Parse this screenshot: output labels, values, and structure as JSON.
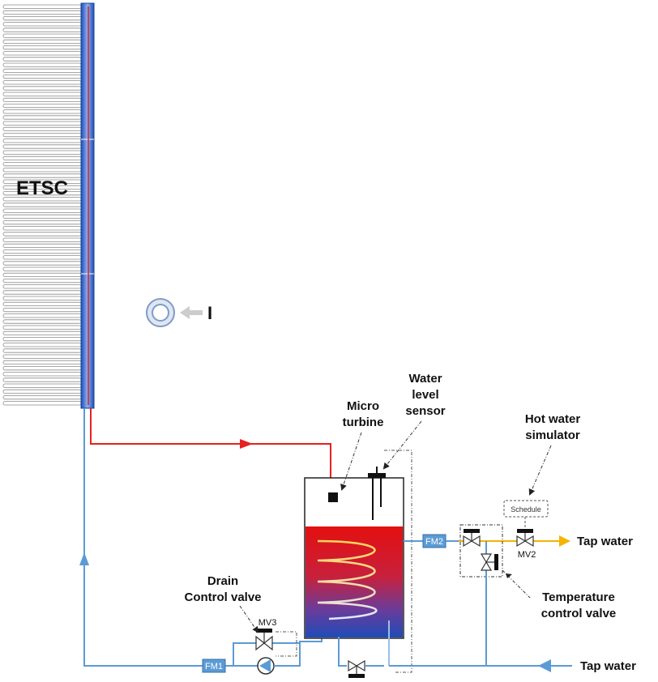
{
  "labels": {
    "collector": "ETSC",
    "irradiance": "I",
    "micro_turbine": [
      "Micro",
      "turbine"
    ],
    "water_level_sensor": [
      "Water",
      "level",
      "sensor"
    ],
    "hot_water_simulator": [
      "Hot water",
      "simulator"
    ],
    "schedule": "Schedule",
    "tap_water_out": "Tap water",
    "tap_water_in": "Tap water",
    "drain_control_valve": [
      "Drain",
      "Control valve"
    ],
    "temperature_control_valve": [
      "Temperature",
      "control valve"
    ],
    "mv2": "MV2",
    "mv3": "MV3",
    "fm1": "FM1",
    "fm2": "FM2"
  },
  "colors": {
    "hot_pipe": "#e82020",
    "cold_pipe": "#5b9bd5",
    "hot_water_pipe": "#f5b400",
    "collector_tube": "#2a5fc0",
    "tank_hot": "#e02020",
    "tank_cold": "#2244aa"
  }
}
